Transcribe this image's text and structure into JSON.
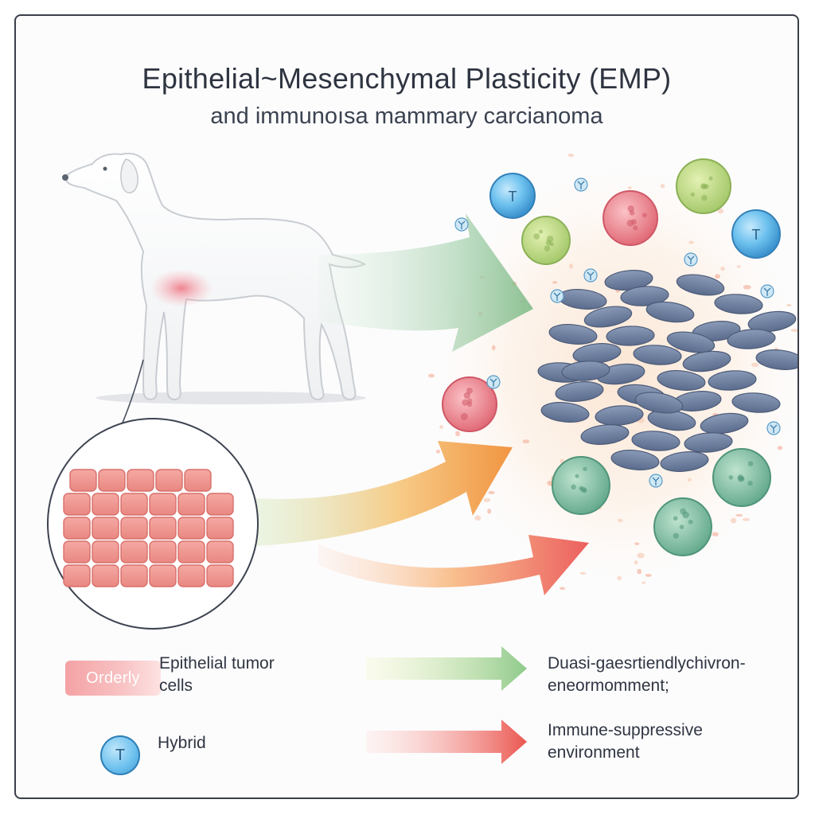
{
  "title": "Epithelial~Mesenchymal Plasticity (EMP)",
  "subtitle": "and immunoısa mammary carcianoma",
  "cell_letter": "T",
  "legend": {
    "orderly_badge": "Orderly",
    "epithelial_line1": "Epithelial tumor",
    "epithelial_line2": "cells",
    "hybrid": "Hybrid",
    "quasi_line1": "Duasi-gaesrtiendlychivron-",
    "quasi_line2": "eneormomment;",
    "immune_line1": "Immune-suppressive",
    "immune_line2": "environment"
  },
  "colors": {
    "green_arrow": "#7bbd86",
    "orange_arrow": "#f29a3e",
    "red_arrow": "#ec5a55",
    "mesenchymal_cell": "#6d7f9e",
    "t_cell": "#4aa9e2",
    "epithelial_block": "#ef9a96"
  }
}
